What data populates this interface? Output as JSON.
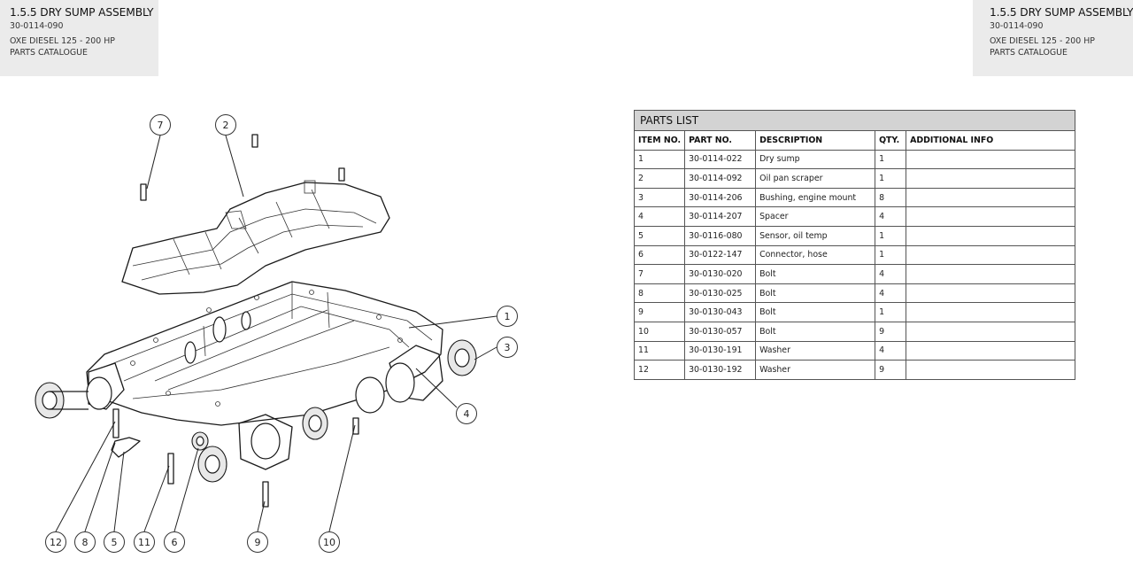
{
  "header_left": {
    "title": "1.5.5 DRY SUMP ASSEMBLY",
    "doc_number": "30-0114-090",
    "product": "OXE DIESEL 125 - 200 HP",
    "catalogue": "PARTS CATALOGUE"
  },
  "header_right": {
    "title": "1.5.5 DRY SUMP ASSEMBLY",
    "doc_number": "30-0114-090",
    "product": "OXE DIESEL 125 - 200 HP",
    "catalogue": "PARTS CATALOGUE"
  },
  "parts_list": {
    "title": "PARTS LIST",
    "columns": [
      "ITEM NO.",
      "PART NO.",
      "DESCRIPTION",
      "QTY.",
      "ADDITIONAL INFO"
    ],
    "rows": [
      [
        "1",
        "30-0114-022",
        "Dry sump",
        "1",
        ""
      ],
      [
        "2",
        "30-0114-092",
        "Oil pan scraper",
        "1",
        ""
      ],
      [
        "3",
        "30-0114-206",
        "Bushing, engine mount",
        "8",
        ""
      ],
      [
        "4",
        "30-0114-207",
        "Spacer",
        "4",
        ""
      ],
      [
        "5",
        "30-0116-080",
        "Sensor, oil temp",
        "1",
        ""
      ],
      [
        "6",
        "30-0122-147",
        "Connector, hose",
        "1",
        ""
      ],
      [
        "7",
        "30-0130-020",
        "Bolt",
        "4",
        ""
      ],
      [
        "8",
        "30-0130-025",
        "Bolt",
        "4",
        ""
      ],
      [
        "9",
        "30-0130-043",
        "Bolt",
        "1",
        ""
      ],
      [
        "10",
        "30-0130-057",
        "Bolt",
        "9",
        ""
      ],
      [
        "11",
        "30-0130-191",
        "Washer",
        "4",
        ""
      ],
      [
        "12",
        "30-0130-192",
        "Washer",
        "9",
        ""
      ]
    ]
  },
  "callouts": [
    "1",
    "2",
    "3",
    "4",
    "5",
    "6",
    "7",
    "8",
    "9",
    "10",
    "11",
    "12"
  ]
}
